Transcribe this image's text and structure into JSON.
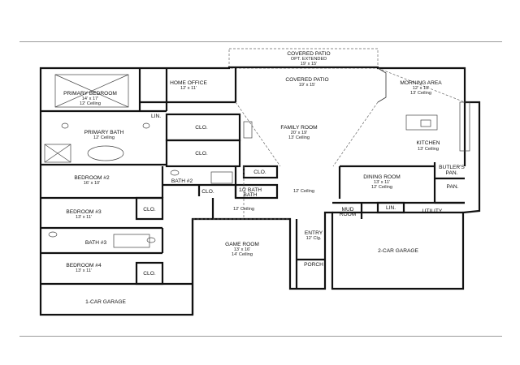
{
  "rooms": {
    "covered_patio_ext": {
      "name": "COVERED PATIO",
      "opt": "OPT. EXTENDED",
      "dim": "19' x 15'"
    },
    "covered_patio": {
      "name": "COVERED PATIO",
      "dim": "19' x 15'"
    },
    "primary_bedroom": {
      "name": "PRIMARY BEDROOM",
      "dim": "14' x 17'",
      "ceiling": "12' Ceiling"
    },
    "home_office": {
      "name": "HOME OFFICE",
      "dim": "12' x 11'"
    },
    "morning_area": {
      "name": "MORNING AREA",
      "dim": "12' x 10'",
      "ceiling": "13' Ceiling"
    },
    "lin_top": {
      "name": "LIN."
    },
    "primary_bath": {
      "name": "PRIMARY BATH",
      "ceiling": "12' Ceiling"
    },
    "clo_primary_1": {
      "name": "CLO."
    },
    "clo_primary_2": {
      "name": "CLO."
    },
    "family_room": {
      "name": "FAMILY ROOM",
      "dim": "20' x 19'",
      "ceiling": "13' Ceiling"
    },
    "kitchen": {
      "name": "KITCHEN",
      "ceiling": "13' Ceiling"
    },
    "bedroom2": {
      "name": "BEDROOM #2",
      "dim": "16' x 10'"
    },
    "bath2": {
      "name": "BATH #2"
    },
    "clo_bath2": {
      "name": "CLO."
    },
    "clo_hall": {
      "name": "CLO."
    },
    "half_bath": {
      "name": "1/2 BATH"
    },
    "hall_ceiling": {
      "name": "12' Ceiling"
    },
    "dining_room": {
      "name": "DINING ROOM",
      "dim": "13' x 11'",
      "ceiling": "12' Ceiling"
    },
    "butlers_pan": {
      "name": "BUTLER'S PAN."
    },
    "pan": {
      "name": "PAN."
    },
    "bedroom3": {
      "name": "BEDROOM #3",
      "dim": "13' x 11'"
    },
    "clo_bed3": {
      "name": "CLO."
    },
    "gallery_ceiling": {
      "name": "12' Ceiling"
    },
    "mud_room": {
      "name": "MUD ROOM"
    },
    "lin_mud": {
      "name": "LIN."
    },
    "utility": {
      "name": "UTILITY"
    },
    "bath3": {
      "name": "BATH #3"
    },
    "game_room": {
      "name": "GAME ROOM",
      "dim": "13' x 16'",
      "ceiling": "14' Ceiling"
    },
    "entry": {
      "name": "ENTRY",
      "ceiling": "12' Clg."
    },
    "garage2": {
      "name": "2-CAR GARAGE"
    },
    "bedroom4": {
      "name": "BEDROOM #4",
      "dim": "13' x 11'"
    },
    "clo_bed4": {
      "name": "CLO."
    },
    "porch": {
      "name": "PORCH"
    },
    "garage1": {
      "name": "1-CAR GARAGE"
    }
  }
}
